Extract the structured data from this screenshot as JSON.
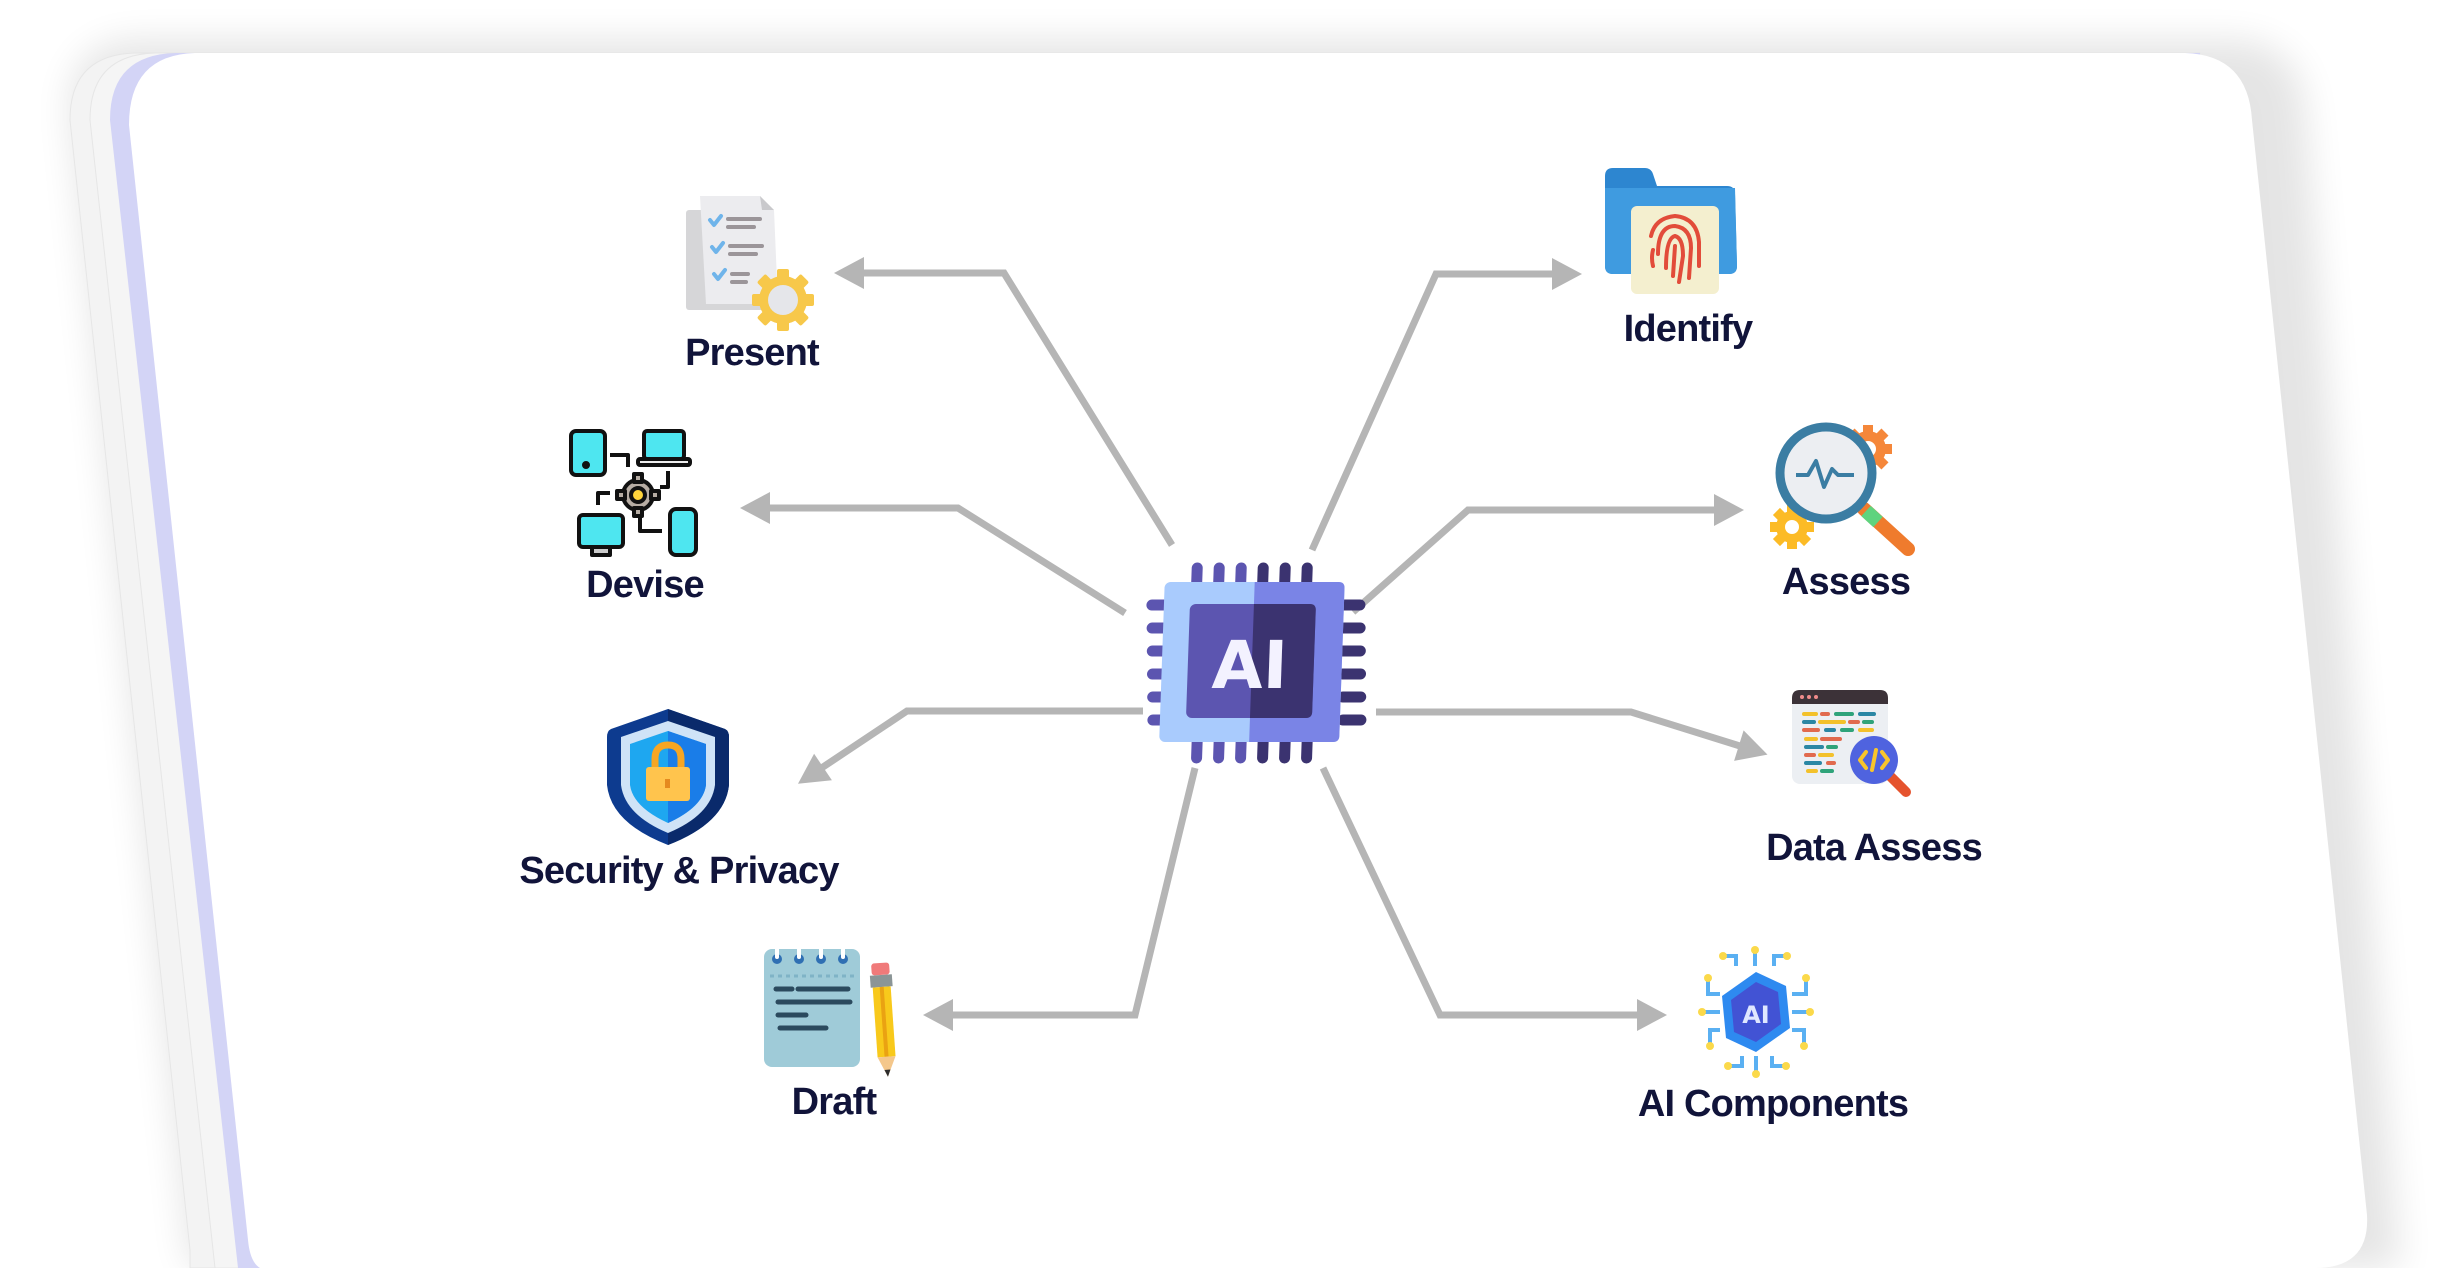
{
  "diagram": {
    "type": "hub-and-spoke",
    "hub": {
      "label": "AI",
      "icon": "ai-chip-icon"
    },
    "nodes": [
      {
        "id": "present",
        "label": "Present",
        "icon": "checklist-gear-icon",
        "side": "left"
      },
      {
        "id": "devise",
        "label": "Devise",
        "icon": "connected-devices-gear-icon",
        "side": "left"
      },
      {
        "id": "security",
        "label": "Security & Privacy",
        "icon": "shield-lock-icon",
        "side": "left"
      },
      {
        "id": "draft",
        "label": "Draft",
        "icon": "notepad-pencil-icon",
        "side": "left"
      },
      {
        "id": "identify",
        "label": "Identify",
        "icon": "folder-fingerprint-icon",
        "side": "right"
      },
      {
        "id": "assess",
        "label": "Assess",
        "icon": "magnifier-gears-icon",
        "side": "right"
      },
      {
        "id": "data_assess",
        "label": "Data Assess",
        "icon": "code-window-magnifier-icon",
        "side": "right"
      },
      {
        "id": "ai_components",
        "label": "AI Components",
        "icon": "ai-circuit-icon",
        "side": "right"
      }
    ],
    "edges": [
      {
        "from": "hub",
        "to": "present"
      },
      {
        "from": "hub",
        "to": "devise"
      },
      {
        "from": "hub",
        "to": "security"
      },
      {
        "from": "hub",
        "to": "draft"
      },
      {
        "from": "hub",
        "to": "identify"
      },
      {
        "from": "hub",
        "to": "assess"
      },
      {
        "from": "hub",
        "to": "data_assess"
      },
      {
        "from": "hub",
        "to": "ai_components"
      }
    ]
  },
  "colors": {
    "connector": "#b5b5b5",
    "label_text": "#11143a",
    "card_accent": "#d3d4f6",
    "chip_light": "#a9cbfd",
    "chip_mid": "#7a84e6",
    "chip_dark": "#3b3370",
    "chip_core": "#5c55b0"
  }
}
